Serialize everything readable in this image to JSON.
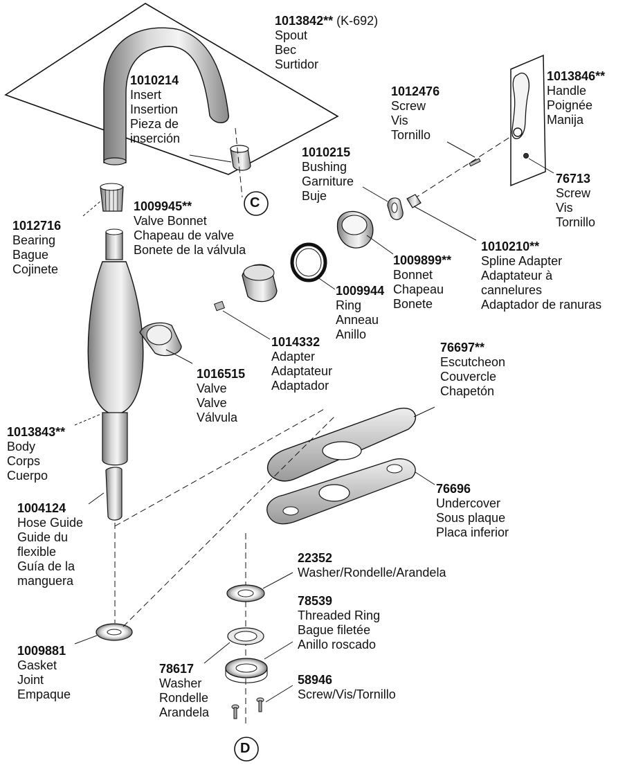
{
  "parts": {
    "spout": {
      "number": "1013842**",
      "suffix": " (K-692)",
      "names": [
        "Spout",
        "Bec",
        "Surtidor"
      ]
    },
    "insert": {
      "number": "1010214",
      "names": [
        "Insert",
        "Insertion",
        "Pieza de",
        "inserción"
      ]
    },
    "screw_1012476": {
      "number": "1012476",
      "names": [
        "Screw",
        "Vis",
        "Tornillo"
      ]
    },
    "handle": {
      "number": "1013846**",
      "names": [
        "Handle",
        "Poignée",
        "Manija"
      ]
    },
    "bushing": {
      "number": "1010215",
      "names": [
        "Bushing",
        "Garniture",
        "Buje"
      ]
    },
    "screw_76713": {
      "number": "76713",
      "names": [
        "Screw",
        "Vis",
        "Tornillo"
      ]
    },
    "bearing": {
      "number": "1012716",
      "names": [
        "Bearing",
        "Bague",
        "Cojinete"
      ]
    },
    "valve_bonnet": {
      "number": "1009945**",
      "names": [
        "Valve Bonnet",
        "Chapeau de valve",
        "Bonete de la válvula"
      ]
    },
    "spline_adapter": {
      "number": "1010210**",
      "names": [
        "Spline Adapter",
        "Adaptateur à",
        "cannelures",
        "Adaptador de ranuras"
      ]
    },
    "bonnet": {
      "number": "1009899**",
      "names": [
        "Bonnet",
        "Chapeau",
        "Bonete"
      ]
    },
    "ring": {
      "number": "1009944",
      "names": [
        "Ring",
        "Anneau",
        "Anillo"
      ]
    },
    "adapter": {
      "number": "1014332",
      "names": [
        "Adapter",
        "Adaptateur",
        "Adaptador"
      ]
    },
    "valve": {
      "number": "1016515",
      "names": [
        "Valve",
        "Valve",
        "Válvula"
      ]
    },
    "escutcheon": {
      "number": "76697**",
      "names": [
        "Escutcheon",
        "Couvercle",
        "Chapetón"
      ]
    },
    "body": {
      "number": "1013843**",
      "names": [
        "Body",
        "Corps",
        "Cuerpo"
      ]
    },
    "undercover": {
      "number": "76696",
      "names": [
        "Undercover",
        "Sous plaque",
        "Placa inferior"
      ]
    },
    "hose_guide": {
      "number": "1004124",
      "names": [
        "Hose Guide",
        "Guide du",
        "flexible",
        "Guía de la",
        "manguera"
      ]
    },
    "washer_22352": {
      "number": "22352",
      "names": [
        "Washer/Rondelle/Arandela"
      ]
    },
    "threaded_ring": {
      "number": "78539",
      "names": [
        "Threaded Ring",
        "Bague filetée",
        "Anillo roscado"
      ]
    },
    "gasket": {
      "number": "1009881",
      "names": [
        "Gasket",
        "Joint",
        "Empaque"
      ]
    },
    "washer_78617": {
      "number": "78617",
      "names": [
        "Washer",
        "Rondelle",
        "Arandela"
      ]
    },
    "screw_58946": {
      "number": "58946",
      "names": [
        "Screw/Vis/Tornillo"
      ]
    }
  },
  "callouts": {
    "c": "C",
    "d": "D"
  }
}
